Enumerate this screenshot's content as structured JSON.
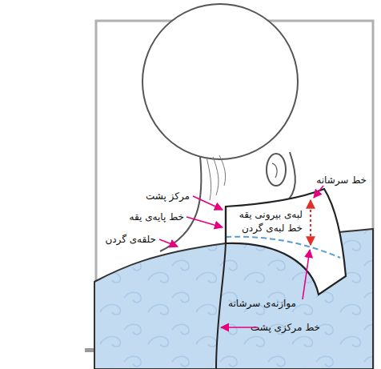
{
  "diagram": {
    "labels": [
      "مرکز پشت",
      "خط پایه‌ی یقه",
      "حلقه‌ی گردن",
      "لبه‌ی بیرونی یقه",
      "خط لبه‌ی گردن",
      "خط سرشانه",
      "موازنه‌ی سرشانه",
      "خط مرکزی پشت"
    ]
  }
}
